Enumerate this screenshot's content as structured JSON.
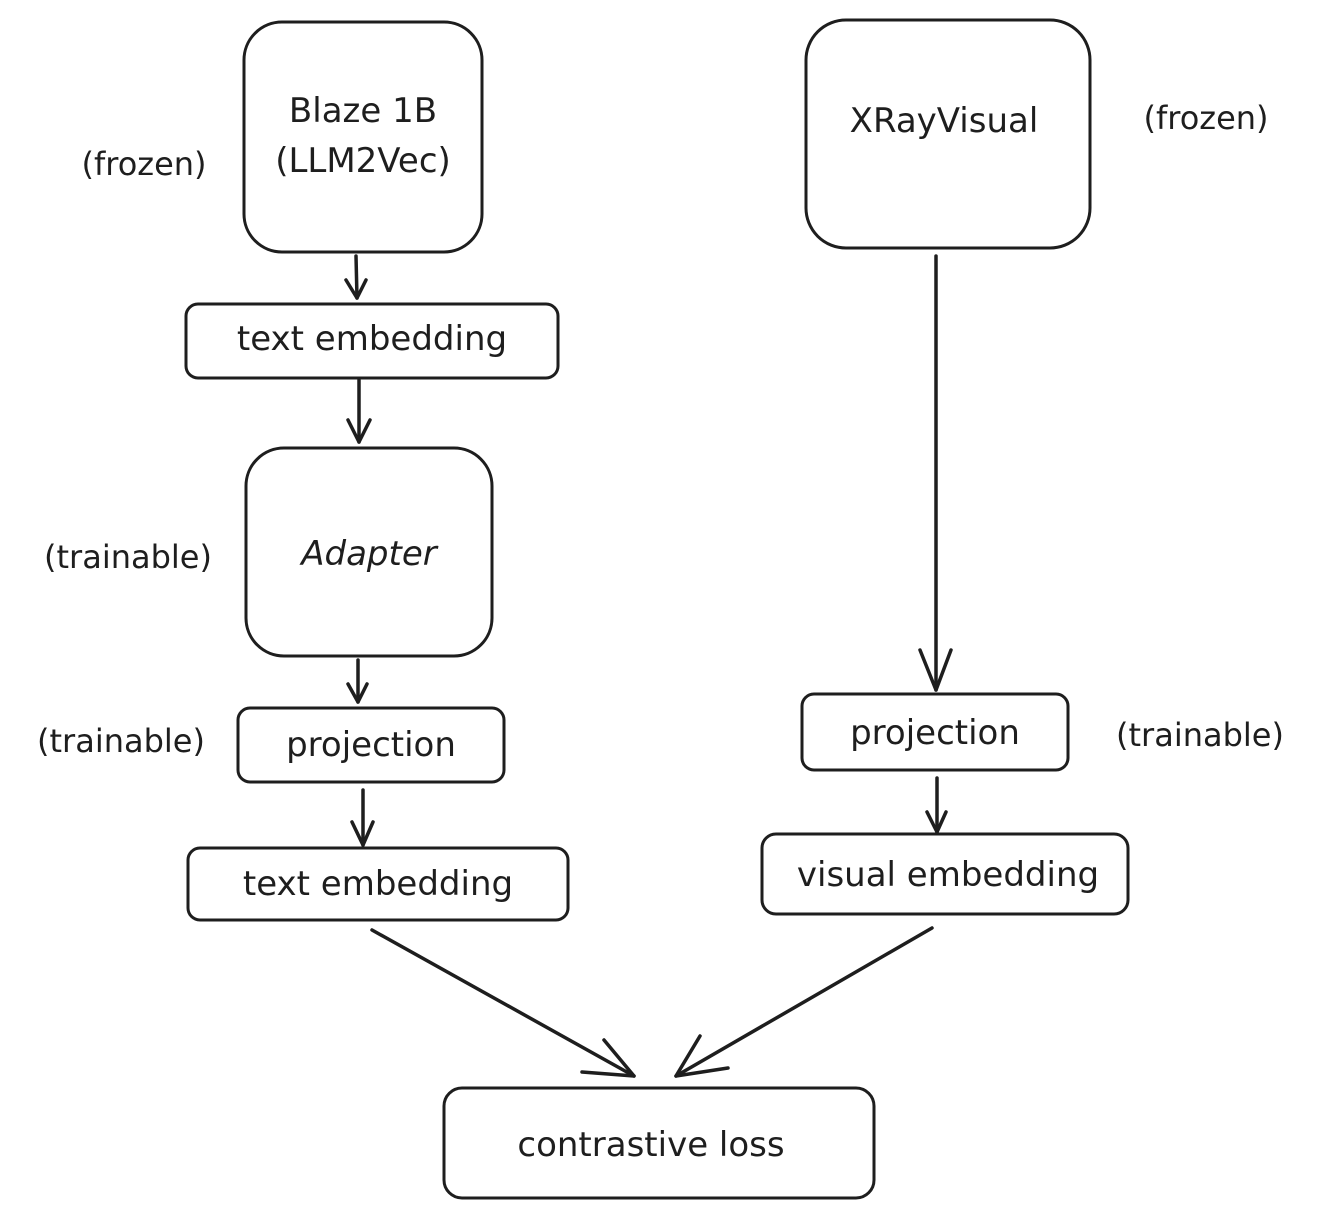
{
  "colors": {
    "stroke": "#1e1e1e",
    "background": "#ffffff"
  },
  "nodes": {
    "blaze": {
      "line1": "Blaze 1B",
      "line2": "(LLM2Vec)"
    },
    "xray": {
      "label": "XRayVisual"
    },
    "text_embedding_top": {
      "label": "text embedding"
    },
    "adapter": {
      "label": "Adapter"
    },
    "projection_left": {
      "label": "projection"
    },
    "text_embedding_bottom": {
      "label": "text embedding"
    },
    "projection_right": {
      "label": "projection"
    },
    "visual_embedding": {
      "label": "visual embedding"
    },
    "contrastive_loss": {
      "label": "contrastive loss"
    }
  },
  "annotations": {
    "blaze_status": "(frozen)",
    "xray_status": "(frozen)",
    "adapter_status": "(trainable)",
    "projection_left_status": "(trainable)",
    "projection_right_status": "(trainable)"
  }
}
